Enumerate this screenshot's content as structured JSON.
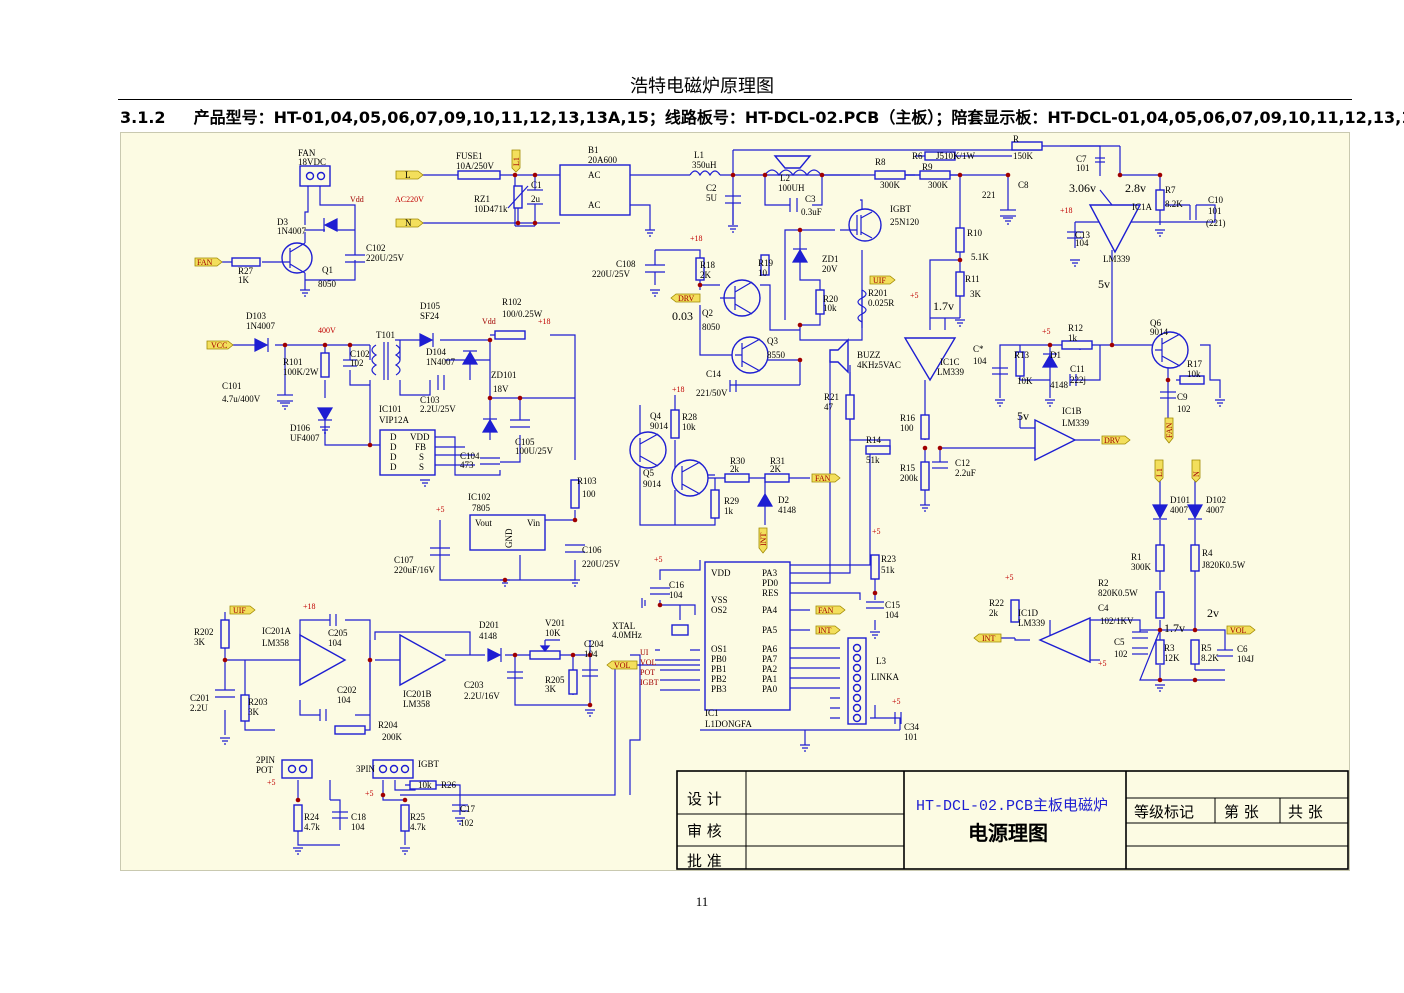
{
  "page": {
    "title": "浩特电磁炉原理图",
    "section_number": "3.1.2",
    "section_text": "产品型号：HT-01,04,05,06,07,09,10,11,12,13,13A,15；线路板号：HT-DCL-02.PCB（主板）；陪套显示板：HT-DCL-01,04,05,06,07,09,10,11,12,13,13A,15",
    "page_number": "11"
  },
  "title_block": {
    "design": "设 计",
    "review": "审 核",
    "approve": "批 准",
    "board": "HT-DCL-02.PCB主板电磁炉",
    "drawing": "电源理图",
    "grade": "等级标记",
    "sheet": "第 张",
    "total": "共 张"
  },
  "nets": {
    "L": "L",
    "N": "N",
    "AC": "AC220V",
    "FAN": "FAN",
    "VCC": "VCC",
    "DRV": "DRV",
    "UIF": "UIF",
    "INT": "INT",
    "VOL": "VOL",
    "UI": "UI",
    "POT": "POT",
    "IGBT": "IGBT",
    "L1": "L1",
    "VDD": "Vdd",
    "P18": "+18",
    "P5": "+5",
    "V400": "400V"
  },
  "voltages": {
    "v306": "3.06v",
    "v28": "2.8v",
    "v17a": "1.7v",
    "v17b": "1.7v",
    "v5a": "5v",
    "v5b": "5v",
    "v2": "2v",
    "v003": "0.03"
  },
  "labels": {
    "fan_head": "FAN",
    "fan_volt": "18VDC",
    "d3": "D3",
    "d3v": "1N4007",
    "q1": "Q1",
    "q1v": "8050",
    "r27": "R27",
    "r27v": "1K",
    "c102a": "C102",
    "c102av": "220U/25V",
    "fuse": "FUSE1",
    "fusev": "10A/250V",
    "rz1": "RZ1",
    "rz1v": "10D471k",
    "c1": "C1",
    "c1v": "2u",
    "b1": "B1",
    "b1v": "20A600",
    "ac1": "AC",
    "ac2": "AC",
    "l1": "L1",
    "l1v": "350uH",
    "c2": "C2",
    "c2v": "5U",
    "l2": "L2",
    "l2v": "100UH",
    "c3": "C3",
    "c3v": "0.3uF",
    "r8": "R8",
    "r8v": "300K",
    "r6": "R6",
    "r6v": "J510K/1W",
    "r9": "R9",
    "r9v": "300K",
    "r": "R",
    "rv": "150K",
    "c7": "C7",
    "c7v": "101",
    "c8": "C8",
    "c8v": "221",
    "c10": "C10",
    "c10v": "101",
    "c10n": "(221)",
    "r7": "R7",
    "r7v": "8.2K",
    "c13": "C13",
    "c13v": "104",
    "ic1a": "IC1A",
    "lm39a": "LM339",
    "igbt": "IGBT",
    "igbtv": "25N120",
    "zd1": "ZD1",
    "zd1v": "20V",
    "r20": "R20",
    "r20v": "10k",
    "r201": "R201",
    "r201v": "0.025R",
    "r10": "R10",
    "r10v": "5.1K",
    "r11": "R11",
    "r11v": "3K",
    "c108": "C108",
    "c108v": "220U/25V",
    "r18": "R18",
    "r18v": "2K",
    "r19": "R19",
    "r19v": "10",
    "q2": "Q2",
    "q2v": "8050",
    "q3": "Q3",
    "q3v": "8550",
    "c14": "C14",
    "c14v": "221/50V",
    "buzz": "BUZZ",
    "buzzv": "4KHz5VAC",
    "r21": "R21",
    "r21v": "47",
    "ic1c": "IC1C",
    "lm39c": "LM339",
    "r12": "R12",
    "r12v": "1k",
    "d1": "D1",
    "d1v": "4148",
    "c11": "C11",
    "c11v": "222j",
    "r13": "R13",
    "r13v": "10K",
    "cst": "C*",
    "cstv": "104",
    "q6": "Q6",
    "q6v": "9014",
    "r17": "R17",
    "r17v": "10k",
    "c9": "C9",
    "c9v": "102",
    "ic1b": "IC1B",
    "lm39b": "LM339",
    "d103": "D103",
    "d103v": "1N4007",
    "r101": "R101",
    "r101v": "100K/2W",
    "c101": "C101",
    "c101v": "4.7u/400V",
    "d106": "D106",
    "d106v": "UF4007",
    "c102b": "C102",
    "c102bv": "102",
    "t101": "T101",
    "d105": "D105",
    "d105v": "SF24",
    "d104": "D104",
    "d104v": "1N4007",
    "r102": "R102",
    "r102v": "100/0.25W",
    "c103": "C103",
    "c103v": "2.2U/25V",
    "zd101": "ZD101",
    "zd101v": "18V",
    "ic101": "IC101",
    "ic101v": "VIP12A",
    "p_d": "D",
    "p_vdd": "VDD",
    "p_fb": "FB",
    "p_s": "S",
    "c104": "C104",
    "c104v": "473",
    "c105": "C105",
    "c105v": "100U/25V",
    "r103": "R103",
    "r103v": "100",
    "ic102": "IC102",
    "ic102v": "7805",
    "vout": "Vout",
    "vin": "Vin",
    "gnd": "GND",
    "c107": "C107",
    "c107v": "220uF/16V",
    "c106": "C106",
    "c106v": "220U/25V",
    "q4": "Q4",
    "q4v": "9014",
    "q5": "Q5",
    "q5v": "9014",
    "r28": "R28",
    "r28v": "10k",
    "r30": "R30",
    "r30v": "2k",
    "r31": "R31",
    "r31v": "2K",
    "r29": "R29",
    "r29v": "1k",
    "d2": "D2",
    "d2v": "4148",
    "r14": "R14",
    "r14v": "51k",
    "r16": "R16",
    "r16v": "100",
    "r15": "R15",
    "r15v": "200k",
    "c12": "C12",
    "c12v": "2.2uF",
    "c16": "C16",
    "c16v": "104",
    "xtal": "XTAL",
    "xtalv": "4.0MHz",
    "r23": "R23",
    "r23v": "51k",
    "c15": "C15",
    "c15v": "104",
    "ic1": "IC1",
    "ic1v": "L1DONGFA",
    "l3": "L3",
    "l3v": "LINKA",
    "c34": "C34",
    "c34v": "101",
    "mcu_vdd": "VDD",
    "mcu_vss": "VSS",
    "mcu_os2": "OS2",
    "mcu_os1": "OS1",
    "mcu_pb0": "PB0",
    "mcu_pb1": "PB1",
    "mcu_pb2": "PB2",
    "mcu_pb3": "PB3",
    "mcu_pa3": "PA3",
    "mcu_pd0": "PD0",
    "mcu_res": "RES",
    "mcu_pa4": "PA4",
    "mcu_pa5": "PA5",
    "mcu_pa6": "PA6",
    "mcu_pa7": "PA7",
    "mcu_pa2": "PA2",
    "mcu_pa1": "PA1",
    "mcu_pa0": "PA0",
    "d101": "D101",
    "d101v": "4007",
    "d102": "D102",
    "d102v": "4007",
    "r1": "R1",
    "r1v": "300K",
    "r4": "R4",
    "r4v": "J820K0.5W",
    "r2": "R2",
    "r2v": "820K0.5W",
    "c4": "C4",
    "c4v": "102/1KV",
    "c5": "C5",
    "c5v": "102",
    "r3": "R3",
    "r3v": "12K",
    "r5": "R5",
    "r5v": "8.2K",
    "c6": "C6",
    "c6v": "104J",
    "r22": "R22",
    "r22v": "2k",
    "ic1d": "IC1D",
    "lm39d": "LM339",
    "r202": "R202",
    "r202v": "3K",
    "ic201a": "IC201A",
    "ic201av": "LM358",
    "c205": "C205",
    "c205v": "104",
    "c201": "C201",
    "c201v": "2.2U",
    "r203": "R203",
    "r203v": "3K",
    "c202": "C202",
    "c202v": "104",
    "r204": "R204",
    "r204v": "200K",
    "ic201b": "IC201B",
    "ic201bv": "LM358",
    "d201": "D201",
    "d201v": "4148",
    "v201": "V201",
    "v201v": "10K",
    "c204": "C204",
    "c204v": "104",
    "c203": "C203",
    "c203v": "2.2U/16V",
    "r205": "R205",
    "r205v": "3K",
    "pin2": "2PIN",
    "pot": "POT",
    "pin3": "3PIN",
    "igbt_conn": "IGBT",
    "r24": "R24",
    "r24v": "4.7k",
    "c18": "C18",
    "c18v": "104",
    "r25": "R25",
    "r25v": "4.7k",
    "r26": "R26",
    "r26v": "10k",
    "c17": "C17",
    "c17v": "102"
  },
  "colors": {
    "wire": "#1e1ed2",
    "label": "#000000",
    "net": "#a00000",
    "power": "#c00000",
    "sheet": "#fcfbe3",
    "tag": "#f3df5c",
    "junction": "#a00000"
  }
}
